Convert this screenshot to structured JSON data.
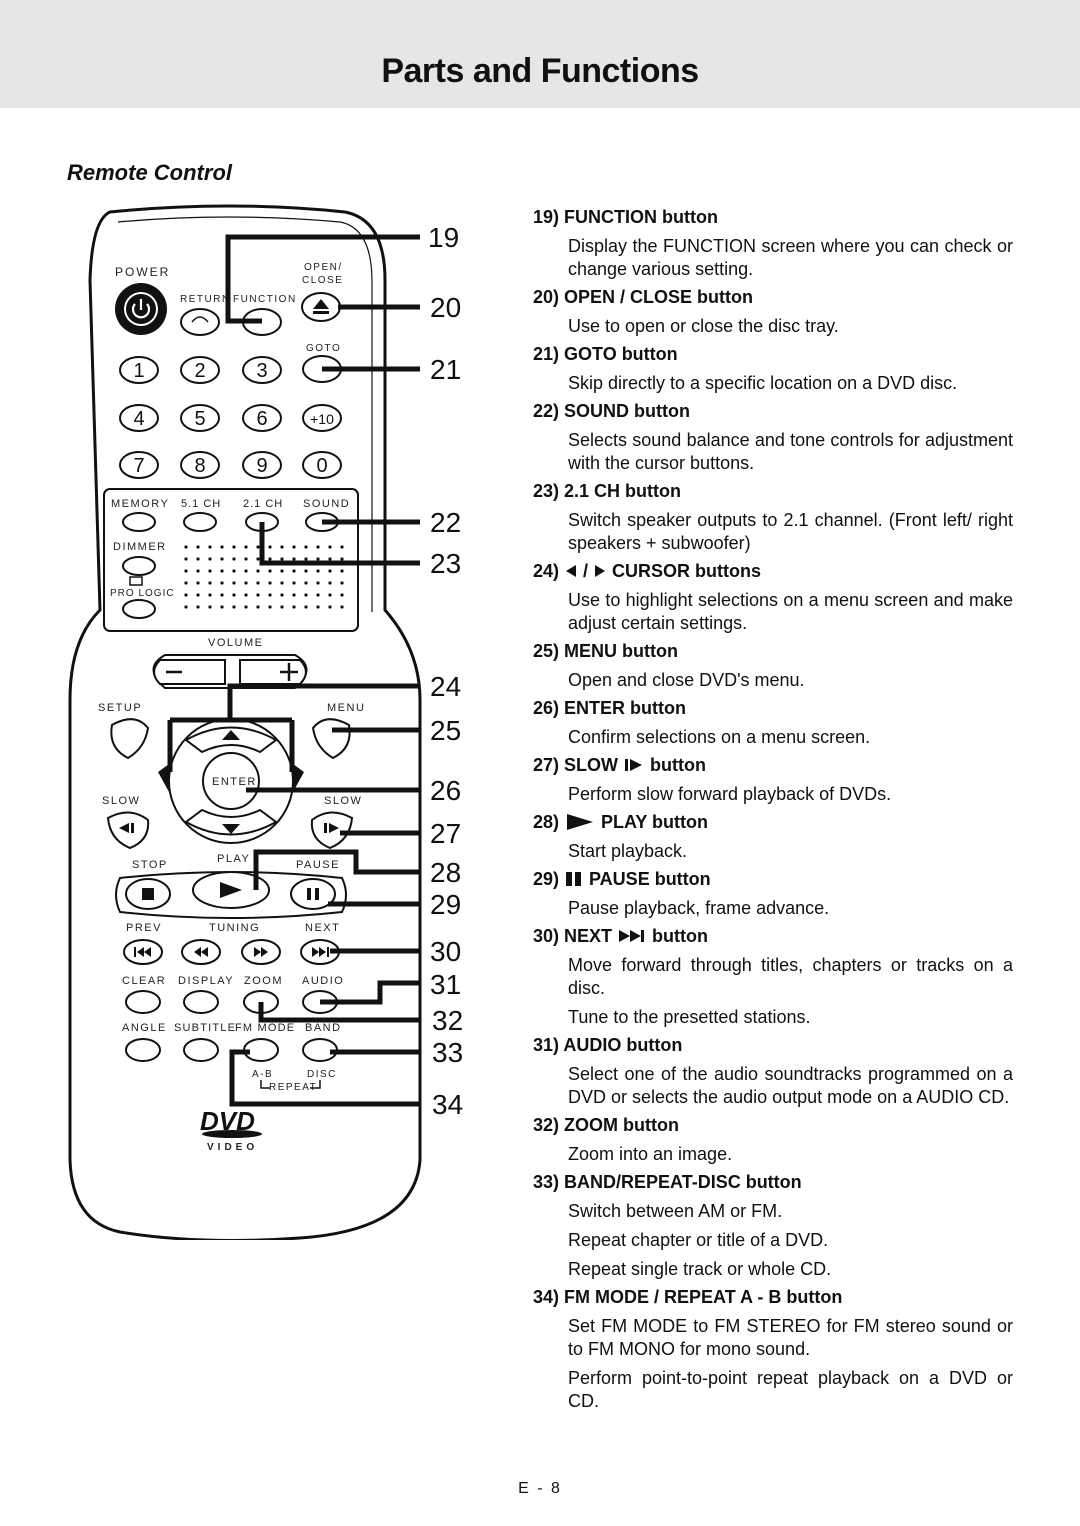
{
  "page": {
    "title": "Parts and Functions",
    "section": "Remote Control",
    "page_number": "E - 8"
  },
  "remote": {
    "power": "POWER",
    "open_close_1": "OPEN/",
    "open_close_2": "CLOSE",
    "return": "RETURN",
    "function": "FUNCTION",
    "goto": "GOTO",
    "num_1": "1",
    "num_2": "2",
    "num_3": "3",
    "num_4": "4",
    "num_5": "5",
    "num_6": "6",
    "num_7": "7",
    "num_8": "8",
    "num_9": "9",
    "num_0": "0",
    "plus10": "+10",
    "memory": "MEMORY",
    "ch51": "5.1 CH",
    "ch21": "2.1 CH",
    "sound": "SOUND",
    "dimmer": "DIMMER",
    "pro_logic": "PRO LOGIC",
    "volume": "VOLUME",
    "setup": "SETUP",
    "menu": "MENU",
    "enter": "ENTER",
    "slow_left": "SLOW",
    "slow_right": "SLOW",
    "stop": "STOP",
    "play": "PLAY",
    "pause": "PAUSE",
    "prev": "PREV",
    "tuning": "TUNING",
    "next": "NEXT",
    "clear": "CLEAR",
    "display": "DISPLAY",
    "zoom": "ZOOM",
    "audio": "AUDIO",
    "angle": "ANGLE",
    "subtitle": "SUBTITLE",
    "fm_mode": "FM MODE",
    "band": "BAND",
    "ab": "A-B",
    "disc": "DISC",
    "repeat": "REPEAT",
    "dvd_logo": "DVD",
    "video": "VIDEO"
  },
  "callouts": [
    "19",
    "20",
    "21",
    "22",
    "23",
    "24",
    "25",
    "26",
    "27",
    "28",
    "29",
    "30",
    "31",
    "32",
    "33",
    "34"
  ],
  "items": [
    {
      "title": "19) FUNCTION button",
      "desc": [
        "Display the FUNCTION screen where you can check or change various setting."
      ]
    },
    {
      "title": "20) OPEN / CLOSE button",
      "desc": [
        "Use to open or close the disc tray."
      ]
    },
    {
      "title": "21) GOTO button",
      "desc": [
        "Skip directly to a specific location on a DVD disc."
      ]
    },
    {
      "title": "22) SOUND button",
      "desc": [
        "Selects sound balance and tone controls for adjustment with the cursor buttons."
      ]
    },
    {
      "title": "23) 2.1 CH button",
      "desc": [
        "Switch speaker outputs to 2.1 channel. (Front left/ right speakers + subwoofer)"
      ]
    },
    {
      "title_pre": "24)",
      "title_mid": "/",
      "title_post": "CURSOR buttons",
      "desc": [
        "Use to highlight selections on a menu screen and make adjust certain settings."
      ]
    },
    {
      "title": "25) MENU button",
      "desc": [
        "Open and close DVD's menu."
      ]
    },
    {
      "title": "26) ENTER button",
      "desc": [
        "Confirm selections on a menu screen."
      ]
    },
    {
      "title_pre": "27) SLOW",
      "title_post": "button",
      "desc": [
        "Perform slow forward playback of DVDs."
      ]
    },
    {
      "title_pre": "28)",
      "title_post": "PLAY button",
      "desc": [
        "Start playback."
      ]
    },
    {
      "title_pre": "29)",
      "title_post": "PAUSE button",
      "desc": [
        "Pause playback, frame advance."
      ]
    },
    {
      "title_pre": "30) NEXT",
      "title_post": "button",
      "desc": [
        "Move forward through titles, chapters or tracks on a disc.",
        "Tune to the presetted stations."
      ]
    },
    {
      "title": "31) AUDIO button",
      "desc": [
        "Select one of the audio soundtracks programmed on a DVD or selects the audio output mode on a AUDIO CD."
      ]
    },
    {
      "title": "32) ZOOM button",
      "desc": [
        "Zoom into an image."
      ]
    },
    {
      "title": "33) BAND/REPEAT-DISC button",
      "desc": [
        "Switch between AM or FM.",
        "Repeat chapter or title of a DVD.",
        "Repeat single track or whole CD."
      ]
    },
    {
      "title": "34) FM MODE / REPEAT A - B button",
      "desc": [
        "Set FM MODE to FM STEREO for FM stereo sound or to FM MONO for mono sound.",
        "Perform point-to-point repeat playback on a DVD or CD."
      ]
    }
  ]
}
